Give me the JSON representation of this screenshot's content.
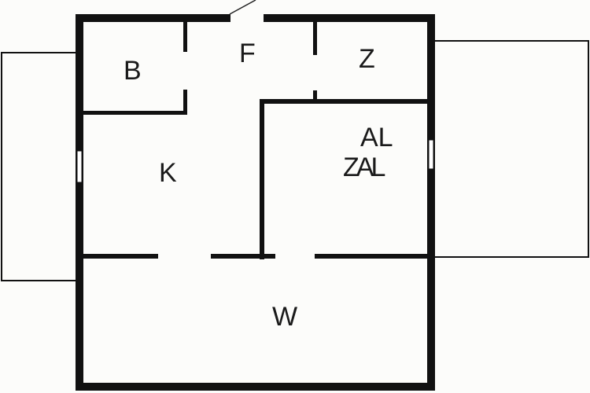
{
  "rooms": {
    "b": "B",
    "f": "F",
    "z": "Z",
    "k": "K",
    "al": "AL",
    "zal": "ZAL",
    "w": "W"
  }
}
